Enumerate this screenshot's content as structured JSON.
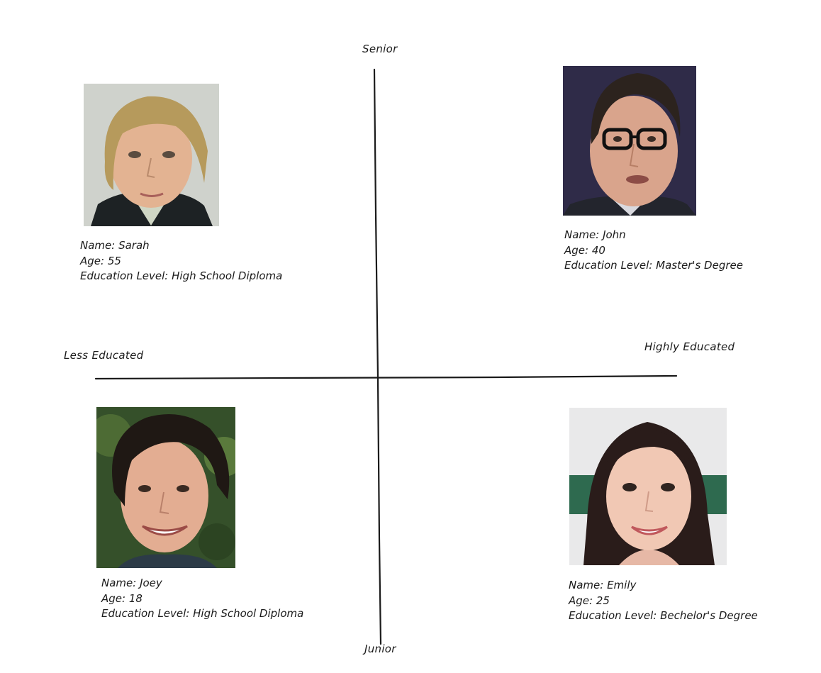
{
  "axes": {
    "top": "Senior",
    "bottom": "Junior",
    "left": "Less Educated",
    "right": "Highly Educated"
  },
  "people": {
    "sarah": {
      "name": "Name: Sarah",
      "age": "Age: 55",
      "education": "Education Level: High School Diploma",
      "portrait_icon": "portrait-photo-older-woman"
    },
    "john": {
      "name": "Name: John",
      "age": "Age: 40",
      "education": "Education Level: Master's Degree",
      "portrait_icon": "portrait-photo-man-glasses"
    },
    "joey": {
      "name": "Name: Joey",
      "age": "Age: 18",
      "education": "Education Level: High School Diploma",
      "portrait_icon": "portrait-photo-young-man"
    },
    "emily": {
      "name": "Name: Emily",
      "age": "Age: 25",
      "education": "Education Level: Bechelor's Degree",
      "portrait_icon": "portrait-photo-young-woman"
    }
  },
  "colors": {
    "axis_line": "#1b1b1b",
    "text": "#1b1b1b",
    "background": "#ffffff"
  }
}
